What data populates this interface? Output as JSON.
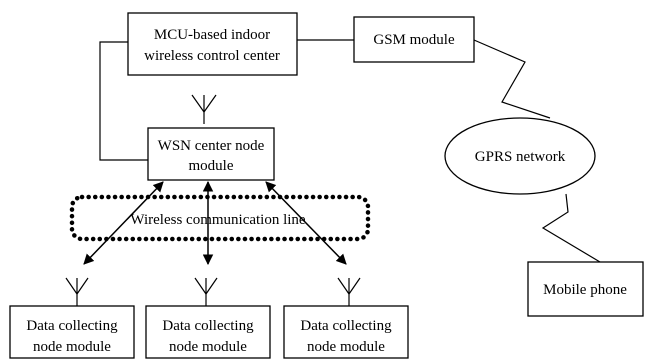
{
  "diagram": {
    "mcu": {
      "line1": "MCU-based indoor",
      "line2": "wireless control center"
    },
    "gsm": {
      "label": "GSM module"
    },
    "gprs": {
      "label": "GPRS network"
    },
    "phone": {
      "label": "Mobile phone"
    },
    "wsn": {
      "line1": "WSN center node",
      "line2": "module"
    },
    "wireless_line": {
      "label": "Wireless communication line"
    },
    "nodes": [
      {
        "line1": "Data collecting",
        "line2": "node module"
      },
      {
        "line1": "Data collecting",
        "line2": "node module"
      },
      {
        "line1": "Data collecting",
        "line2": "node module"
      }
    ],
    "colors": {
      "stroke": "#000000",
      "background": "#ffffff"
    }
  }
}
